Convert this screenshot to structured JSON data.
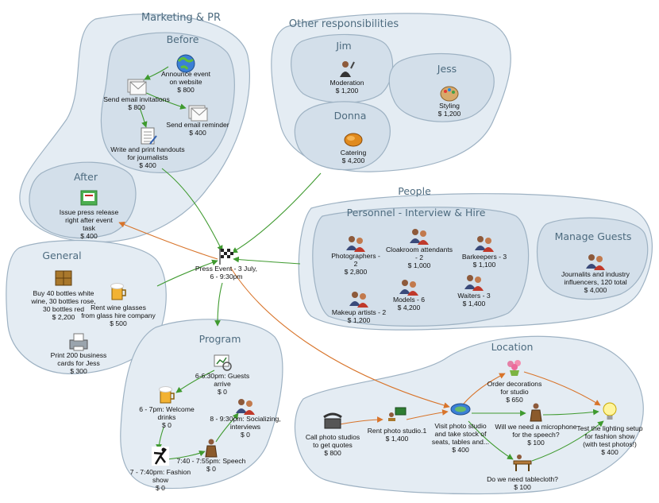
{
  "colors": {
    "group_fill": "#e4ecf3",
    "subgroup_fill": "#d3dfea",
    "group_title": "#4d6b7f",
    "green_link": "#3f9a2f",
    "orange_link": "#d8742a"
  },
  "groups": {
    "marketing": {
      "title": "Marketing & PR",
      "before": "Before",
      "after": "After"
    },
    "other": {
      "title": "Other responsibilities",
      "jim": "Jim",
      "jess": "Jess",
      "donna": "Donna"
    },
    "people": {
      "title": "People",
      "personnel": "Personnel - Interview & Hire",
      "guests": "Manage Guests"
    },
    "general": {
      "title": "General"
    },
    "program": {
      "title": "Program"
    },
    "location": {
      "title": "Location"
    }
  },
  "nodes": {
    "announce": {
      "label": [
        "Announce event",
        "on website"
      ],
      "cost": "$ 800",
      "icon": "globe-icon"
    },
    "invitations": {
      "label": [
        "Send email invitations"
      ],
      "cost": "$ 800",
      "icon": "mail-icon"
    },
    "reminder": {
      "label": [
        "Send email reminder"
      ],
      "cost": "$ 400",
      "icon": "mail-icon"
    },
    "handouts": {
      "label": [
        "Write and print handouts",
        "for journalists"
      ],
      "cost": "$ 400",
      "icon": "document-icon"
    },
    "press_release": {
      "label": [
        "Issue press release",
        "right after event",
        "task"
      ],
      "cost": "$ 400",
      "icon": "press-release-icon"
    },
    "moderation": {
      "label": [
        "Moderation"
      ],
      "cost": "$ 1,200",
      "icon": "microphone-person-icon"
    },
    "styling": {
      "label": [
        "Styling"
      ],
      "cost": "$ 1,200",
      "icon": "palette-icon"
    },
    "catering": {
      "label": [
        "Catering"
      ],
      "cost": "$ 4,200",
      "icon": "roast-chicken-icon"
    },
    "press_event": {
      "label": [
        "Press Event - 3 July,",
        "6 - 9:30pm"
      ],
      "cost": "",
      "icon": "checkered-flag-icon"
    },
    "photographers": {
      "label": [
        "Photographers -",
        "2"
      ],
      "cost": "$ 2,800",
      "icon": "people-icon"
    },
    "cloakroom": {
      "label": [
        "Cloakroom attendants",
        "- 2"
      ],
      "cost": "$ 1,000",
      "icon": "people-icon"
    },
    "barkeepers": {
      "label": [
        "Barkeepers - 3"
      ],
      "cost": "$ 1,100",
      "icon": "people-icon"
    },
    "models": {
      "label": [
        "Models - 6"
      ],
      "cost": "$ 4,200",
      "icon": "people-icon"
    },
    "waiters": {
      "label": [
        "Waiters - 3"
      ],
      "cost": "$ 1,400",
      "icon": "people-icon"
    },
    "makeup": {
      "label": [
        "Makeup artists - 2"
      ],
      "cost": "$ 1,200",
      "icon": "people-icon"
    },
    "journalists": {
      "label": [
        "Journalits and industry",
        "influencers, 120 total"
      ],
      "cost": "$ 4,000",
      "icon": "people-icon"
    },
    "wine": {
      "label": [
        "Buy 40 bottles white",
        "wine, 30 bottles rose,",
        "30 bottles red"
      ],
      "cost": "$ 2,200",
      "icon": "crate-icon"
    },
    "glasses": {
      "label": [
        "Rent wine glasses",
        "from glass hire company"
      ],
      "cost": "$ 500",
      "icon": "beer-mug-icon"
    },
    "business_cards": {
      "label": [
        "Print 200 business",
        "cards for Jess"
      ],
      "cost": "$ 300",
      "icon": "printer-icon"
    },
    "guests_arrive": {
      "label": [
        "6-6:30pm: Guests",
        "arrive"
      ],
      "cost": "$ 0",
      "icon": "presentation-icon"
    },
    "welcome_drinks": {
      "label": [
        "6 - 7pm: Welcome",
        "drinks"
      ],
      "cost": "$ 0",
      "icon": "beer-mug-icon"
    },
    "socializing": {
      "label": [
        "8 - 9:30pm: Socializing,",
        "interviews"
      ],
      "cost": "$ 0",
      "icon": "people-icon"
    },
    "speech": {
      "label": [
        "7:40 - 7:55pm: Speech"
      ],
      "cost": "$ 0",
      "icon": "podium-icon"
    },
    "fashion_show": {
      "label": [
        "7 - 7:40pm: Fashion",
        "show"
      ],
      "cost": "$ 0",
      "icon": "dancer-icon"
    },
    "order_decorations": {
      "label": [
        "Order decorations",
        "for studio"
      ],
      "cost": "$ 650",
      "icon": "flowers-icon"
    },
    "call_studios": {
      "label": [
        "Call photo studios",
        "to get quotes"
      ],
      "cost": "$ 800",
      "icon": "telephone-icon"
    },
    "rent_studio": {
      "label": [
        "Rent photo studio.1"
      ],
      "cost": "$ 1,400",
      "icon": "classroom-icon"
    },
    "visit_studio": {
      "label": [
        "Visit photo studio",
        "and take stock of",
        "seats, tables and..."
      ],
      "cost": "$ 400",
      "icon": "stadium-icon"
    },
    "microphone": {
      "label": [
        "Will we need a microphone",
        "for the speech?"
      ],
      "cost": "$ 100",
      "icon": "podium-icon"
    },
    "lighting": {
      "label": [
        "Test the lighting setup",
        "for fashion show",
        "(with test photos!)"
      ],
      "cost": "$ 400",
      "icon": "light-bulb-icon"
    },
    "tablecloth": {
      "label": [
        "Do we need tablecloth?"
      ],
      "cost": "$ 100",
      "icon": "table-icon"
    }
  }
}
